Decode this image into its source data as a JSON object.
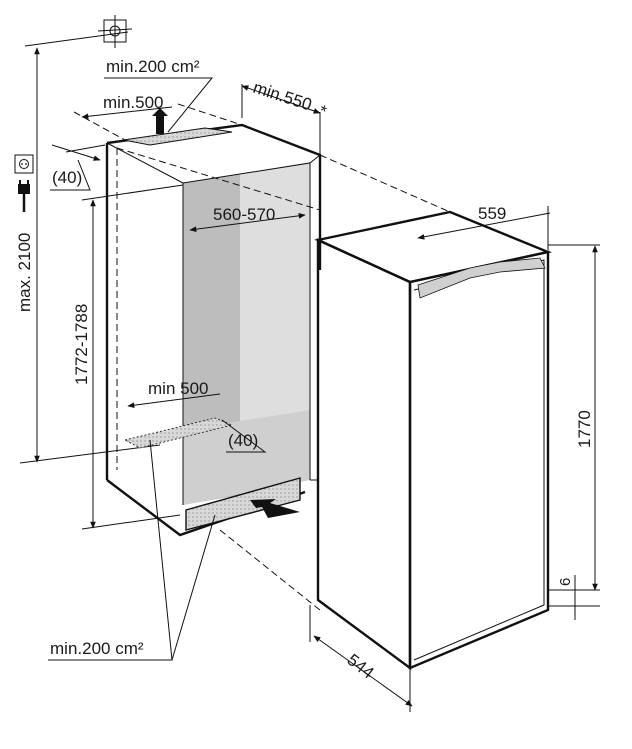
{
  "labels": {
    "top_vent_area": "min.200 cm²",
    "top_vent_depth": "min.500",
    "top_clearance": "min.550",
    "top_clearance_note": "*",
    "offset_top": "(40)",
    "niche_width": "560-570",
    "niche_height": "1772-1788",
    "max_height": "max. 2100",
    "bottom_vent_depth": "min 500",
    "offset_bottom": "(40)",
    "bottom_vent_area": "min.200 cm²",
    "appliance_width": "559",
    "appliance_height": "1770",
    "appliance_depth": "544",
    "gap": "6"
  },
  "icons": [
    "socket-icon",
    "plug-icon",
    "water-pipe-icon",
    "airflow-arrow-icon"
  ],
  "colors": {
    "line": "#111111",
    "niche_inner": "#c8c8c8",
    "niche_inner_right": "#dcdcdc",
    "vent": "#d6d6d6"
  }
}
